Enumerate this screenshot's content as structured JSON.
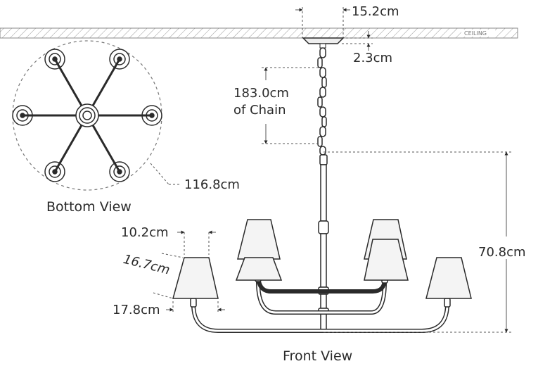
{
  "labels": {
    "ceiling": "CEILING",
    "bottom_view": "Bottom View",
    "front_view": "Front View"
  },
  "dimensions": {
    "canopy_width": "15.2cm",
    "canopy_height": "2.3cm",
    "chain_length": "183.0cm",
    "chain_caption": "of Chain",
    "diameter": "116.8cm",
    "overall_height": "70.8cm",
    "shade_top": "10.2cm",
    "shade_height": "16.7cm",
    "shade_bottom": "17.8cm"
  },
  "colors": {
    "line": "#2a2a2a",
    "shade_fill": "#f4f4f4",
    "dashed": "#555555"
  }
}
